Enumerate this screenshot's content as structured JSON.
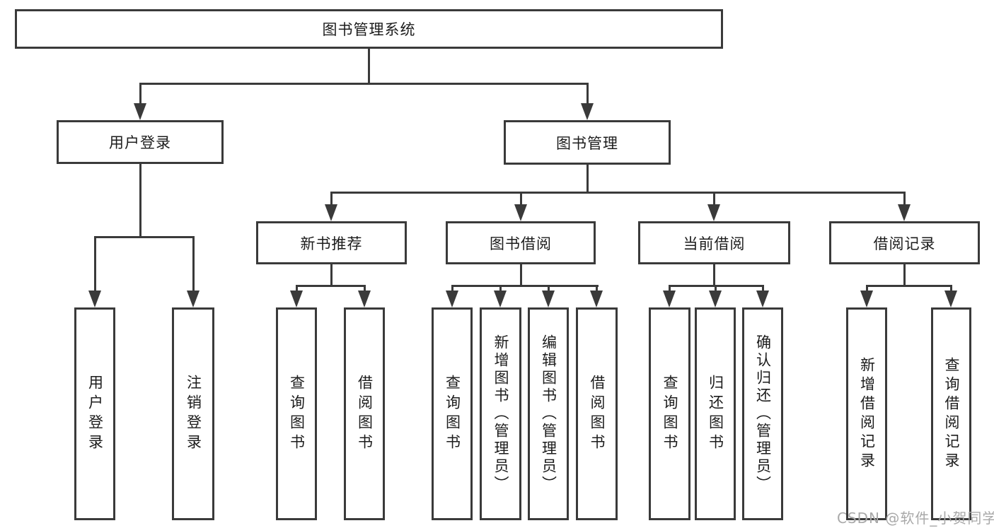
{
  "nodes": {
    "root": {
      "label": "图书管理系统"
    },
    "l2": [
      {
        "label": "用户登录"
      },
      {
        "label": "图书管理"
      }
    ],
    "l3": [
      {
        "label": "新书推荐"
      },
      {
        "label": "图书借阅"
      },
      {
        "label": "当前借阅"
      },
      {
        "label": "借阅记录"
      }
    ],
    "leaves": {
      "login": [
        {
          "label": "用户登录"
        },
        {
          "label": "注销登录"
        }
      ],
      "recommend": [
        {
          "label": "查询图书"
        },
        {
          "label": "借阅图书"
        }
      ],
      "borrow": [
        {
          "label": "查询图书"
        },
        {
          "label": "新增图书（管理员）"
        },
        {
          "label": "编辑图书（管理员）"
        },
        {
          "label": "借阅图书"
        }
      ],
      "current": [
        {
          "label": "查询图书"
        },
        {
          "label": "归还图书"
        },
        {
          "label": "确认归还（管理员）"
        }
      ],
      "records": [
        {
          "label": "新增借阅记录"
        },
        {
          "label": "查询借阅记录"
        }
      ]
    }
  },
  "watermark": "CSDN @软件_小贺同学",
  "colors": {
    "line": "#3a3a3a",
    "text": "#1c1c1c",
    "watermark": "#a9a9a9",
    "background": "#ffffff"
  }
}
